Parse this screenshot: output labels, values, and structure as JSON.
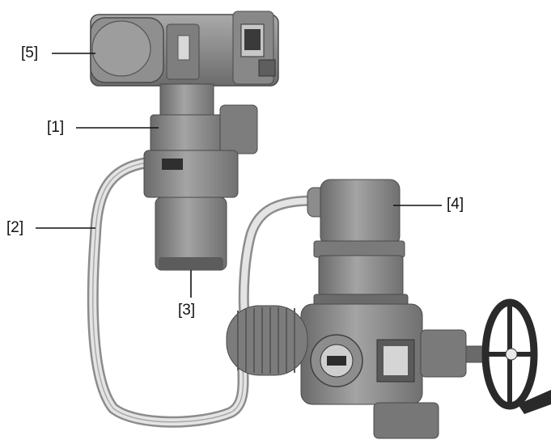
{
  "figure": {
    "description_free": true,
    "callouts": [
      {
        "id": "5",
        "label": "[5]"
      },
      {
        "id": "1",
        "label": "[1]"
      },
      {
        "id": "2",
        "label": "[2]"
      },
      {
        "id": "3",
        "label": "[3]"
      },
      {
        "id": "4",
        "label": "[4]"
      }
    ]
  },
  "colors": {
    "background": "#ffffff",
    "body": "#8a8a8a",
    "body_light": "#a8a8a8",
    "body_dark": "#5e5e5e",
    "cable": "#d6d6d6",
    "line": "#111111"
  }
}
